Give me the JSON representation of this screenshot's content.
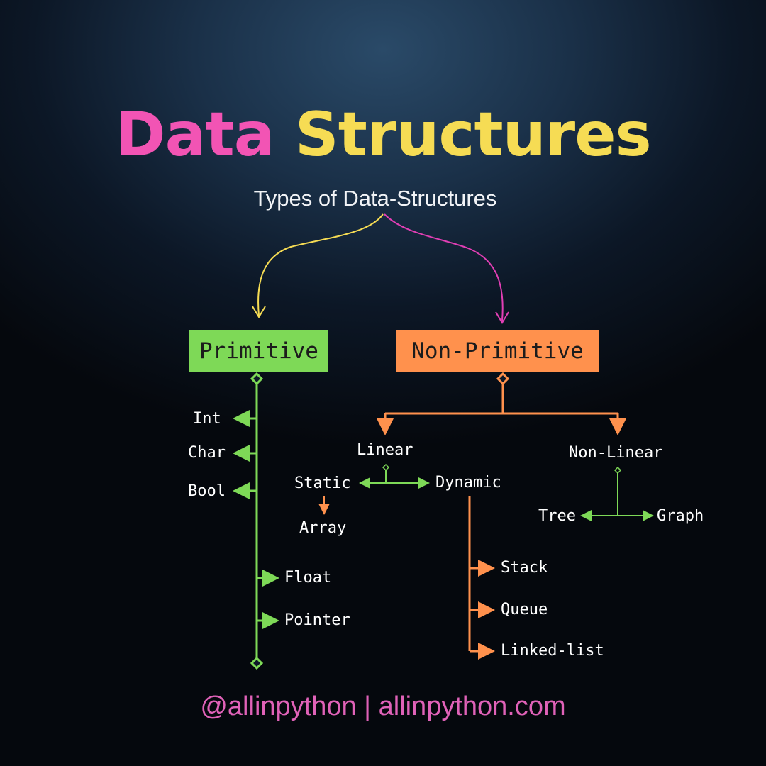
{
  "title": {
    "word1": "Data",
    "word2": "Structures"
  },
  "subtitle": "Types of Data-Structures",
  "primitive": {
    "label": "Primitive",
    "items": [
      "Int",
      "Char",
      "Bool",
      "Float",
      "Pointer"
    ]
  },
  "non_primitive": {
    "label": "Non-Primitive",
    "linear": {
      "label": "Linear",
      "static": {
        "label": "Static",
        "items": [
          "Array"
        ]
      },
      "dynamic": {
        "label": "Dynamic",
        "items": [
          "Stack",
          "Queue",
          "Linked-list"
        ]
      }
    },
    "non_linear": {
      "label": "Non-Linear",
      "items": [
        "Tree",
        "Graph"
      ]
    }
  },
  "footer": "@allinpython | allinpython.com",
  "colors": {
    "pink": "#f254b4",
    "yellow": "#f6dc54",
    "green": "#7ed957",
    "orange": "#ff914d",
    "footer": "#e062b8"
  }
}
